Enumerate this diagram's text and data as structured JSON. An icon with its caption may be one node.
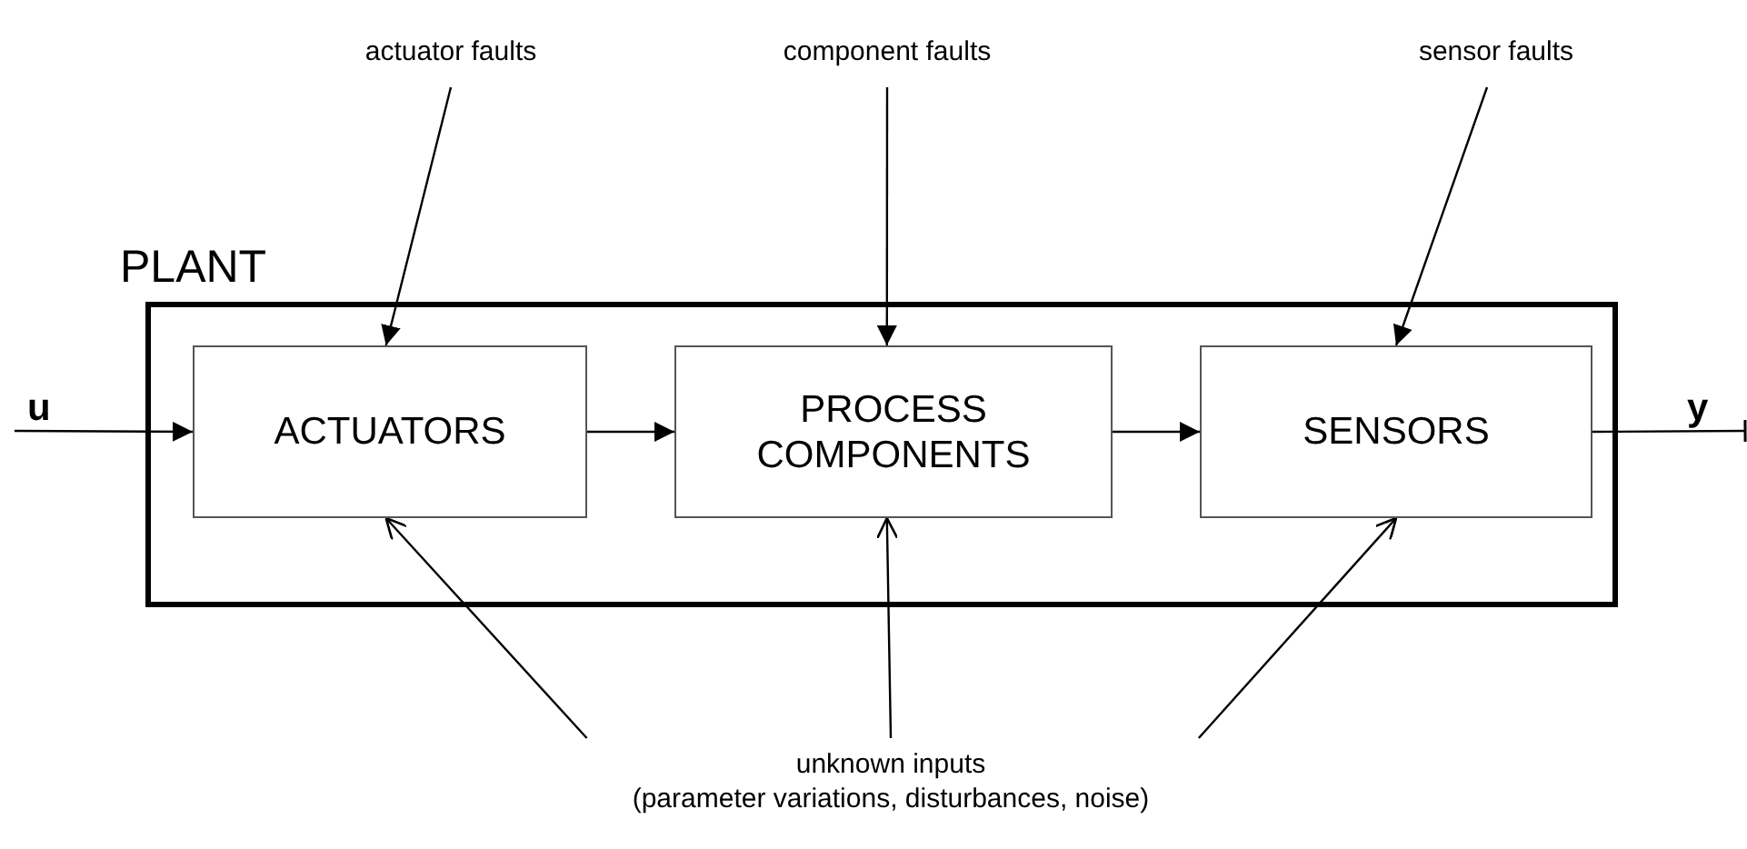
{
  "diagram": {
    "nodes": [
      {
        "text": [
          "PLANT"
        ]
      },
      {
        "text": [
          "ACTUATORS"
        ],
        "in": 0
      },
      {
        "text": [
          "PROCESS COMPONENTS"
        ],
        "in": 0
      },
      {
        "text": [
          "SENSORS"
        ],
        "in": 0
      },
      {
        "text": [
          "actuator faults"
        ]
      },
      {
        "text": [
          "component faults"
        ]
      },
      {
        "text": [
          "sensor faults"
        ]
      },
      {
        "text": [
          "unknown inputs",
          "(parameter variations, disturbances, noise)"
        ]
      }
    ],
    "edges": [
      {
        "from": null,
        "to": 1,
        "arrow": "to"
      },
      {
        "from": 1,
        "to": 2,
        "arrow": "to"
      },
      {
        "from": 2,
        "to": 3,
        "arrow": "to"
      },
      {
        "from": 3,
        "to": null,
        "arrow": "other"
      },
      {
        "from": 4,
        "to": 1,
        "arrow": "to"
      },
      {
        "from": 5,
        "to": 2,
        "arrow": "to"
      },
      {
        "from": 6,
        "to": 3,
        "arrow": "to"
      },
      {
        "from": 7,
        "to": 1,
        "arrow": "to"
      },
      {
        "from": 7,
        "to": 2,
        "arrow": "to"
      },
      {
        "from": 7,
        "to": 3,
        "arrow": "to"
      }
    ],
    "labels": [
      "u",
      "y"
    ]
  }
}
